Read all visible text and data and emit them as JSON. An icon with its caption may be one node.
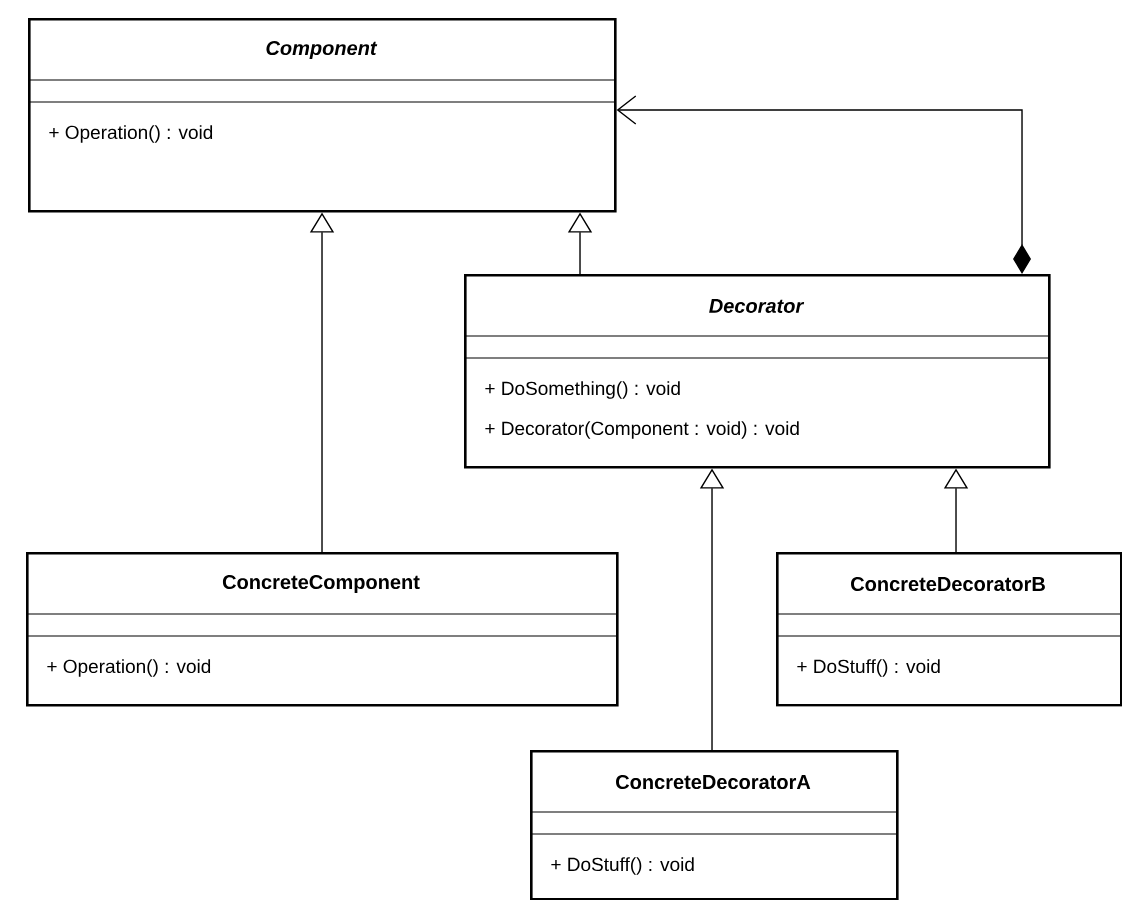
{
  "diagram": {
    "nodes": [
      {
        "text": [
          "Component",
          "+ Operation() : void"
        ]
      },
      {
        "text": [
          "Decorator",
          "+ DoSomething() : void",
          "+ Decorator(Component : void) : void"
        ]
      },
      {
        "text": [
          "ConcreteComponent",
          "+ Operation() : void"
        ]
      },
      {
        "text": [
          "ConcreteDecoratorB",
          "+ DoStuff() : void"
        ]
      },
      {
        "text": [
          "ConcreteDecoratorA",
          "+ DoStuff() : void"
        ]
      }
    ],
    "edges": [
      {
        "from": 2,
        "to": 0,
        "arrow": "to"
      },
      {
        "from": 1,
        "to": 0,
        "arrow": "to"
      },
      {
        "from": 4,
        "to": 1,
        "arrow": "to"
      },
      {
        "from": 3,
        "to": 1,
        "arrow": "to"
      },
      {
        "from": 1,
        "to": 0,
        "arrow": "to"
      }
    ]
  }
}
